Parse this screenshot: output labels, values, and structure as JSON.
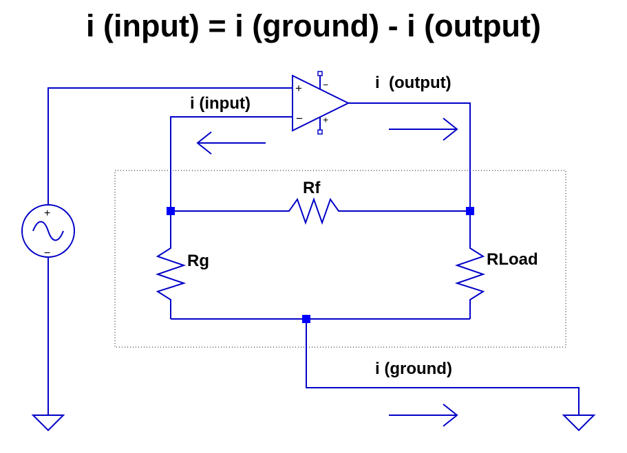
{
  "title": "i (input) = i (ground) - i (output)",
  "labels": {
    "i_input": "i (input)",
    "i_output": "i  (output)",
    "i_ground": "i (ground)",
    "rf": "Rf",
    "rg": "Rg",
    "rload": "RLoad"
  },
  "opamp_pins": {
    "noninverting": "+",
    "inverting": "−",
    "supply_pos": "+",
    "supply_neg": "−"
  },
  "source_pins": {
    "plus": "+",
    "minus": "−"
  },
  "colors": {
    "wire": "#0000c8",
    "junction": "#0000ff",
    "text": "#000000",
    "background": "#ffffff"
  }
}
